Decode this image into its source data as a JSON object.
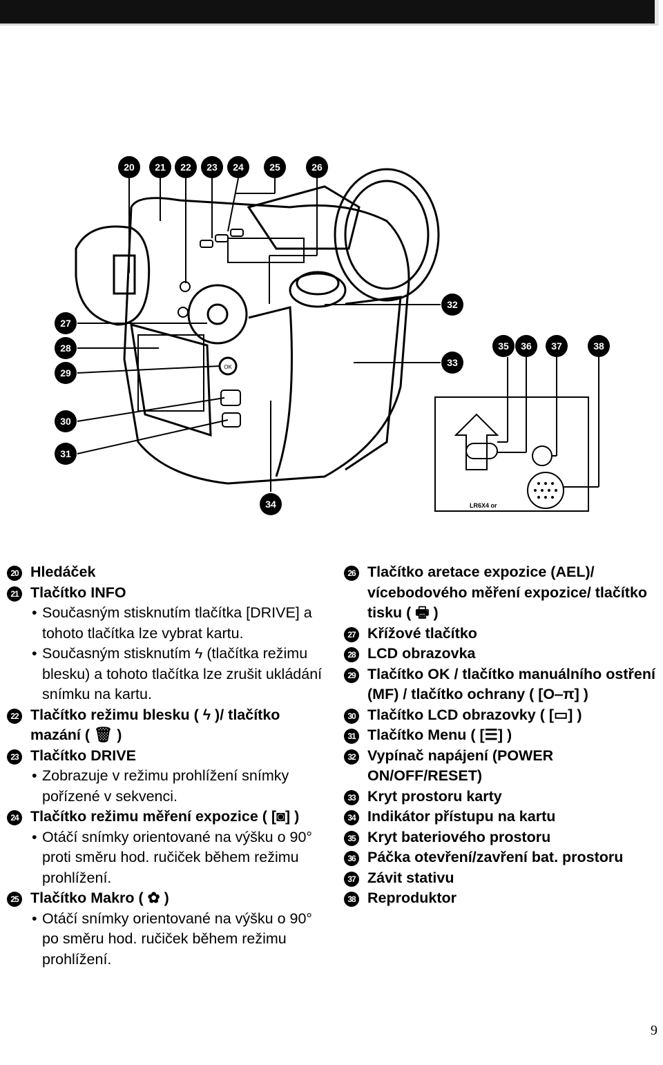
{
  "page_number": "9",
  "figure": {
    "top_callouts": [
      "20",
      "21",
      "22",
      "23",
      "24",
      "25",
      "26"
    ],
    "left_callouts": [
      "27",
      "28",
      "29",
      "30",
      "31"
    ],
    "right_callouts": [
      "32",
      "33",
      "35",
      "36",
      "37",
      "38"
    ],
    "bottom_callouts": [
      "34"
    ],
    "panel_label": "LR6X4 or",
    "ok_label": "OK"
  },
  "left_items": [
    {
      "num": "20",
      "title": "Hledáček",
      "subs": []
    },
    {
      "num": "21",
      "title": "Tlačítko INFO",
      "subs": [
        "Současným stisknutím tlačítka [DRIVE] a tohoto tlačítka lze vybrat kartu.",
        "Současným stisknutím ϟ (tlačítka režimu blesku) a tohoto tlačítka lze zrušit ukládání snímku na kartu."
      ]
    },
    {
      "num": "22",
      "title": "Tlačítko režimu blesku ( ϟ )/ tlačítko mazání ( 🗑 )",
      "subs": []
    },
    {
      "num": "23",
      "title": "Tlačítko DRIVE",
      "subs": [
        "Zobrazuje v režimu prohlížení snímky pořízené v sekvenci."
      ]
    },
    {
      "num": "24",
      "title": "Tlačítko režimu měření expozice ( [◙] )",
      "subs": [
        "Otáčí snímky orientované na výšku o 90° proti směru hod. ručiček během režimu prohlížení."
      ]
    },
    {
      "num": "25",
      "title": "Tlačítko Makro ( ✿ )",
      "subs": [
        "Otáčí snímky orientované na výšku o 90° po směru hod. ručiček během režimu prohlížení."
      ]
    }
  ],
  "right_items": [
    {
      "num": "26",
      "title": "Tlačítko aretace expozice (AEL)/ vícebodového měření expozice/ tlačítko tisku ( 🖶 )"
    },
    {
      "num": "27",
      "title": "Křížové tlačítko"
    },
    {
      "num": "28",
      "title": "LCD obrazovka"
    },
    {
      "num": "29",
      "title": "Tlačítko OK / tlačítko manuálního ostření (MF) / tlačítko ochrany ( [O‒π] )"
    },
    {
      "num": "30",
      "title": "Tlačítko LCD obrazovky ( [▭] )"
    },
    {
      "num": "31",
      "title": "Tlačítko Menu ( [☰] )"
    },
    {
      "num": "32",
      "title": "Vypínač napájení (POWER ON/OFF/RESET)"
    },
    {
      "num": "33",
      "title": "Kryt prostoru karty"
    },
    {
      "num": "34",
      "title": "Indikátor přístupu na kartu"
    },
    {
      "num": "35",
      "title": "Kryt bateriového prostoru"
    },
    {
      "num": "36",
      "title": "Páčka otevření/zavření bat. prostoru"
    },
    {
      "num": "37",
      "title": "Závit stativu"
    },
    {
      "num": "38",
      "title": "Reproduktor"
    }
  ]
}
